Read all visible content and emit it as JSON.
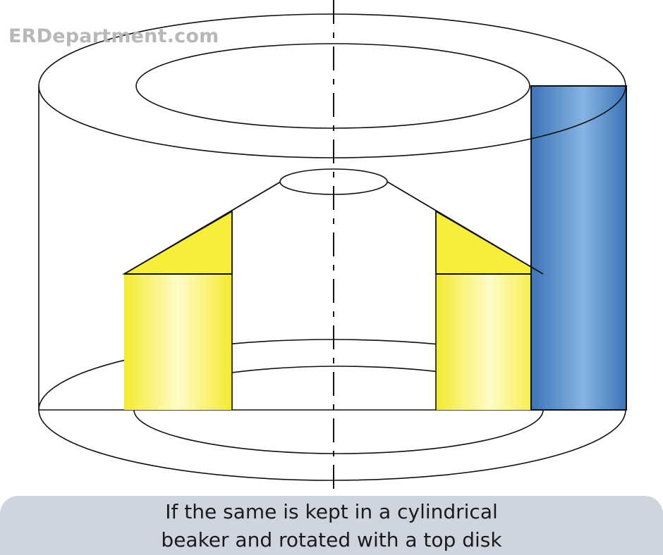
{
  "watermark": {
    "text": "ERDepartment.com"
  },
  "caption": {
    "line1": "If the same is kept in a cylindrical",
    "line2": "beaker and rotated with a top disk"
  },
  "colors": {
    "yellow_fill": "#f7ee3a",
    "yellow_highlight": "#ffffd8",
    "blue_fill": "#4d86c8",
    "blue_highlight": "#86b4e2",
    "outline": "#111111",
    "caption_bg": "#cfd5de"
  }
}
